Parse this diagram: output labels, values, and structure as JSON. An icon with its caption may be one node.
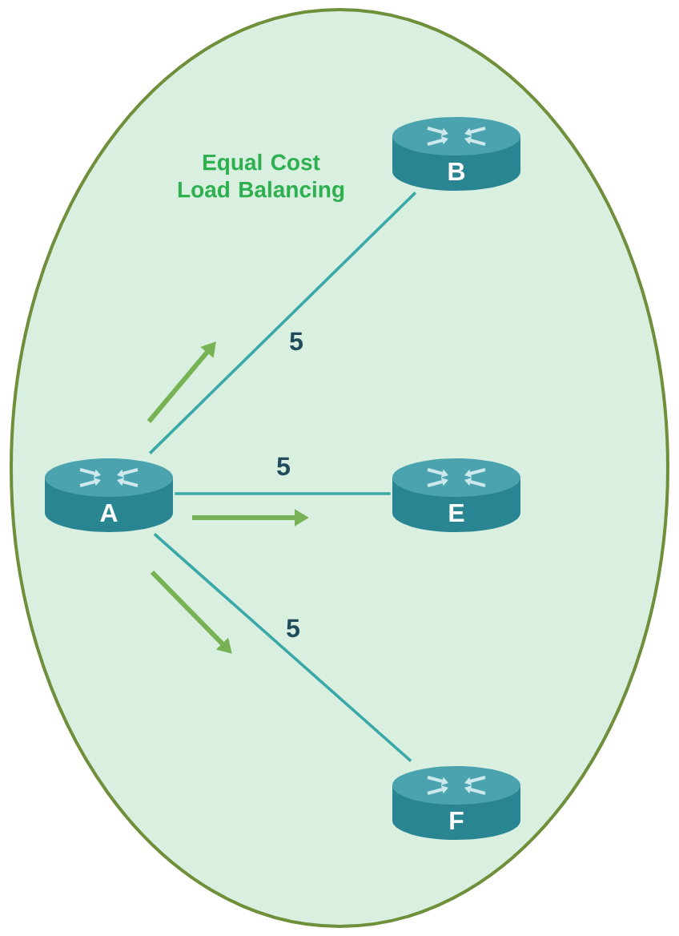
{
  "diagram": {
    "nodes": [
      {
        "text": [
          "Equal Cost Load Balancing"
        ]
      },
      {
        "text": [
          "A"
        ],
        "in": 0
      },
      {
        "text": [
          "B"
        ],
        "in": 0
      },
      {
        "text": [
          "E"
        ],
        "in": 0
      },
      {
        "text": [
          "F"
        ],
        "in": 0
      }
    ],
    "edges": [
      {
        "from": 1,
        "to": 2,
        "arrow": "none",
        "label": "5"
      },
      {
        "from": 1,
        "to": 3,
        "arrow": "none",
        "label": "5"
      },
      {
        "from": 1,
        "to": 4,
        "arrow": "none",
        "label": "5"
      }
    ]
  }
}
